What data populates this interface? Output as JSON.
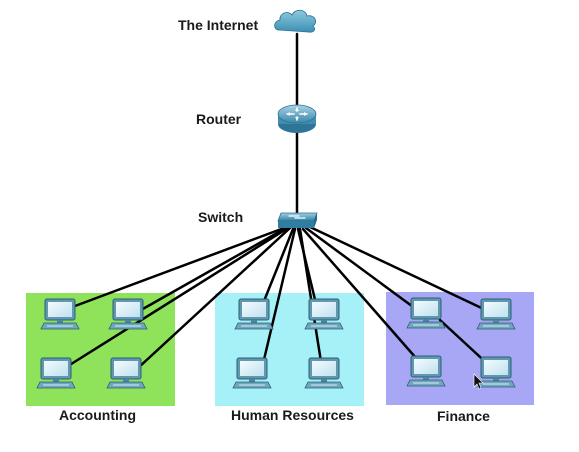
{
  "devices": {
    "internet": {
      "label": "The Internet",
      "icon": "cloud-icon"
    },
    "router": {
      "label": "Router",
      "icon": "router-icon"
    },
    "switch": {
      "label": "Switch",
      "icon": "switch-icon"
    }
  },
  "departments": [
    {
      "name": "Accounting",
      "color": "#8fe35b",
      "pc_count": 4
    },
    {
      "name": "Human Resources",
      "color": "#a6f1f8",
      "pc_count": 4
    },
    {
      "name": "Finance",
      "color": "#a7a7f6",
      "pc_count": 4
    }
  ],
  "pc_icon": "desktop-pc-icon",
  "cursor_icon": "mouse-pointer-icon"
}
